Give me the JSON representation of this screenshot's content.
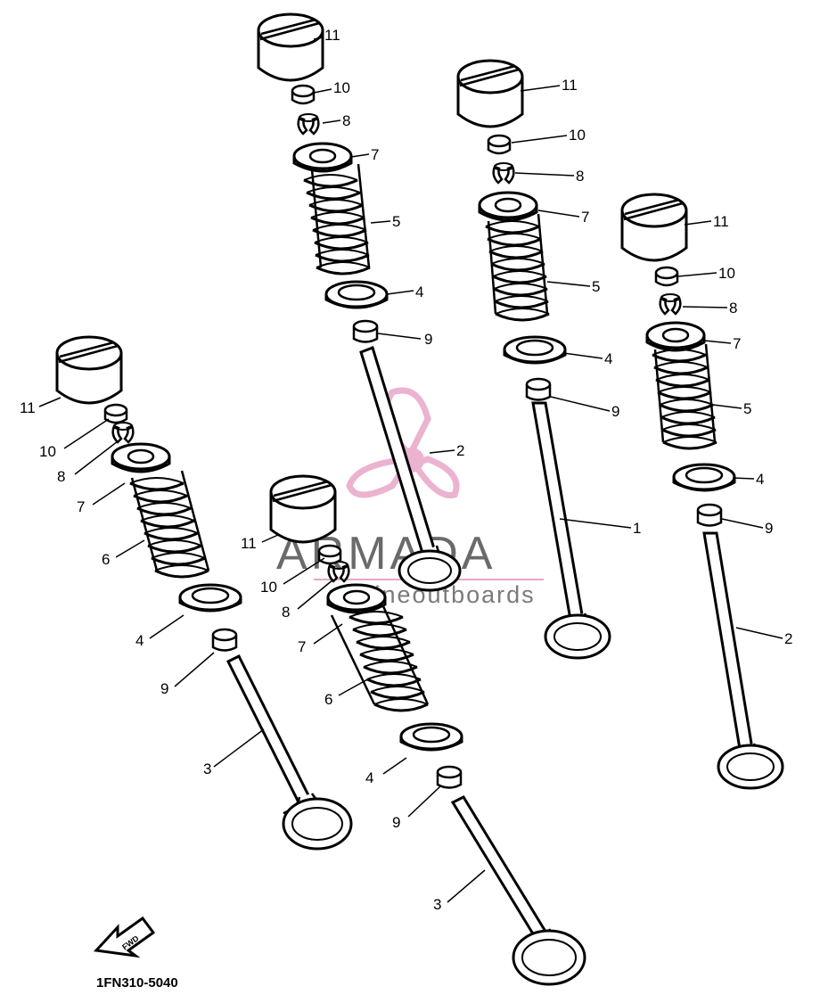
{
  "diagram_code": "1FN310-5040",
  "forward_label": "FWD",
  "watermark": {
    "brand": "ARMADA",
    "tagline": "marineoutboards",
    "logo_color": "#e8a6c8"
  },
  "assemblies": [
    {
      "id": "top-center",
      "parts": [
        {
          "number": "11"
        },
        {
          "number": "10"
        },
        {
          "number": "8"
        },
        {
          "number": "7"
        },
        {
          "number": "5"
        },
        {
          "number": "4"
        },
        {
          "number": "9"
        },
        {
          "number": "2"
        }
      ]
    },
    {
      "id": "top-right",
      "parts": [
        {
          "number": "11"
        },
        {
          "number": "10"
        },
        {
          "number": "8"
        },
        {
          "number": "7"
        },
        {
          "number": "5"
        },
        {
          "number": "4"
        },
        {
          "number": "9"
        },
        {
          "number": "1"
        }
      ]
    },
    {
      "id": "far-right",
      "parts": [
        {
          "number": "11"
        },
        {
          "number": "10"
        },
        {
          "number": "8"
        },
        {
          "number": "7"
        },
        {
          "number": "5"
        },
        {
          "number": "4"
        },
        {
          "number": "9"
        },
        {
          "number": "2"
        }
      ]
    },
    {
      "id": "left",
      "parts": [
        {
          "number": "11"
        },
        {
          "number": "10"
        },
        {
          "number": "8"
        },
        {
          "number": "7"
        },
        {
          "number": "6"
        },
        {
          "number": "4"
        },
        {
          "number": "9"
        },
        {
          "number": "3"
        }
      ]
    },
    {
      "id": "bottom-center",
      "parts": [
        {
          "number": "11"
        },
        {
          "number": "10"
        },
        {
          "number": "8"
        },
        {
          "number": "7"
        },
        {
          "number": "6"
        },
        {
          "number": "4"
        },
        {
          "number": "9"
        },
        {
          "number": "3"
        }
      ]
    }
  ]
}
